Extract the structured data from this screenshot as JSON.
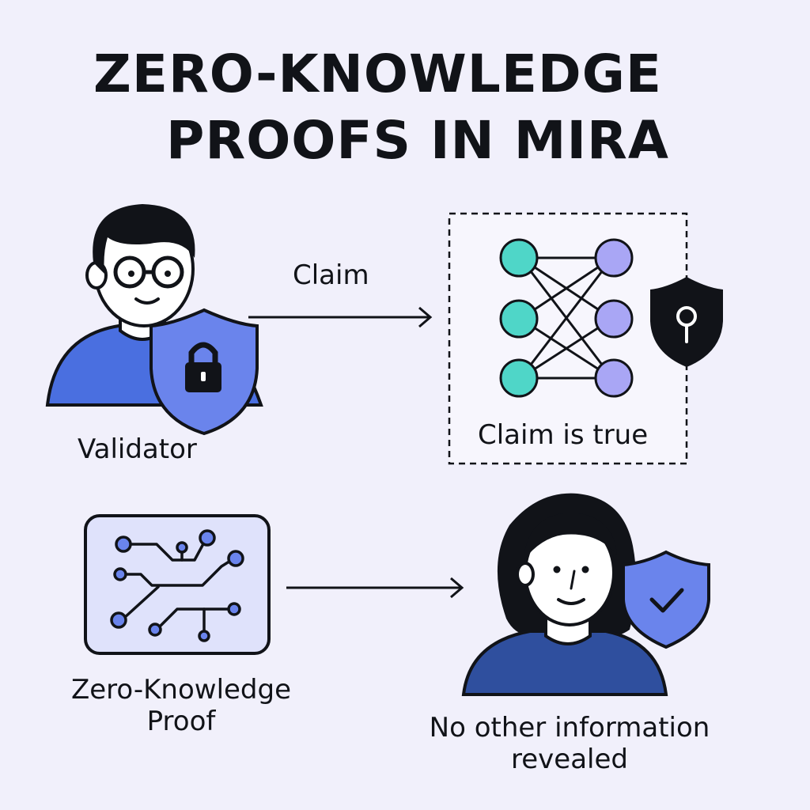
{
  "title": {
    "line1": "ZERO-KNOWLEDGE",
    "line2": "PROOFS IN MIRA"
  },
  "validator": {
    "label": "Validator"
  },
  "claim": {
    "label": "Claim"
  },
  "network_box": {
    "label": "Claim is true"
  },
  "proof": {
    "line1": "Zero-Knowledge",
    "line2": "Proof"
  },
  "recipient": {
    "line1": "No other information",
    "line2": "revealed"
  },
  "colors": {
    "background": "#f1f0fb",
    "ink": "#111318",
    "blue": "#4a6fe0",
    "shield": "#6a84ec",
    "teal": "#4fd6c8",
    "lavender": "#a9a6f5",
    "panel": "#dfe2fb",
    "dark_blue": "#2f4f9e"
  }
}
